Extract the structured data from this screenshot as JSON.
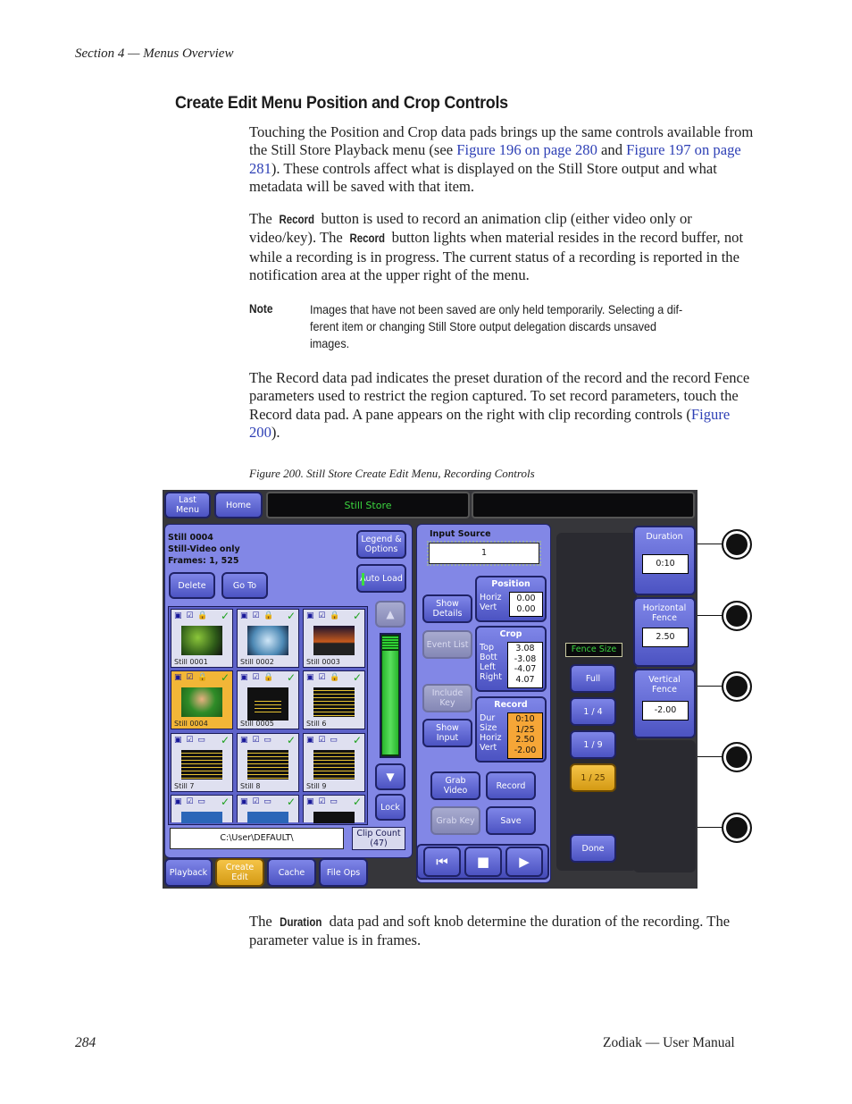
{
  "page": {
    "header": "Section 4 — Menus Overview",
    "title": "Create Edit Menu Position and Crop Controls",
    "p1": {
      "a": "Touching the Position and Crop data pads brings up the same controls available from the Still Store Playback menu (see ",
      "link1": "Figure 196 on page 280",
      "b": " and ",
      "link2": "Figure 197 on page 281",
      "c": "). These controls affect what is displayed on the Still Store output and what metadata will be saved with that item."
    },
    "p2": {
      "a": "The ",
      "kw1": "Record",
      "b": " button is used to record an animation clip (either video only or video/key). The ",
      "kw2": "Record",
      "c": " button lights when material resides in the record buffer, not while a recording is in progress. The current status of a recording is reported in the notification area at the upper right of the menu."
    },
    "note_label": "Note",
    "note_text": "Images that have not been saved are only held temporarily. Selecting a dif- ferent item or changing Still Store output delegation discards unsaved images.",
    "p3": {
      "a": "The Record data pad indicates the preset duration of the record and the record Fence parameters used to restrict the region captured. To set record parameters, touch the Record data pad. A pane appears on the right with clip recording controls (",
      "link": "Figure 200",
      "b": ")."
    },
    "caption": "Figure 200.  Still Store Create Edit Menu, Recording Controls",
    "p4": {
      "a": "The ",
      "kw": "Duration",
      "b": " data pad and soft knob determine the duration of the recording. The parameter value is in frames."
    },
    "footer_left": "284",
    "footer_right": "Zodiak — User Manual"
  },
  "ui": {
    "last_menu": "Last Menu",
    "home": "Home",
    "menu_title": "Still Store",
    "info": [
      "Still 0004",
      "Still-Video only",
      "Frames: 1, 525"
    ],
    "legend_options": "Legend & Options",
    "auto_load": "Auto Load",
    "delete": "Delete",
    "go_to": "Go To",
    "thumbs": [
      "Still 0001",
      "Still 0002",
      "Still 0003",
      "Still 0004",
      "Still 0005",
      "Still 6",
      "Still 7",
      "Still 8",
      "Still 9"
    ],
    "lock": "Lock",
    "path": "C:\\User\\DEFAULT\\",
    "clip_count": "Clip Count (47)",
    "tabs": [
      "Playback",
      "Create Edit",
      "Cache",
      "File Ops"
    ],
    "input_source_label": "Input Source",
    "input_source_value": "1",
    "show_details": "Show Details",
    "event_list": "Event List",
    "include_key": "Include Key",
    "show_input": "Show Input",
    "position": {
      "label": "Position",
      "rows": [
        "Horiz",
        "Vert"
      ],
      "values": [
        "0.00",
        "0.00"
      ]
    },
    "crop": {
      "label": "Crop",
      "rows": [
        "Top",
        "Bott",
        "Left",
        "Right"
      ],
      "values": [
        "3.08",
        "-3.08",
        "-4.07",
        "4.07"
      ]
    },
    "record": {
      "label": "Record",
      "rows": [
        "Dur",
        "Size",
        "Horiz",
        "Vert"
      ],
      "values": [
        "0:10",
        "1/25",
        "2.50",
        "-2.00"
      ]
    },
    "grab_video": "Grab Video",
    "record_btn": "Record",
    "grab_key": "Grab Key",
    "save": "Save",
    "fence_size": "Fence Size",
    "full": "Full",
    "quarter": "1 / 4",
    "ninth": "1 / 9",
    "twentyfifth": "1 / 25",
    "done": "Done",
    "duration": {
      "label": "Duration",
      "value": "0:10"
    },
    "hfence": {
      "label": "Horizontal Fence",
      "value": "2.50"
    },
    "vfence": {
      "label": "Vertical Fence",
      "value": "-2.00"
    }
  }
}
